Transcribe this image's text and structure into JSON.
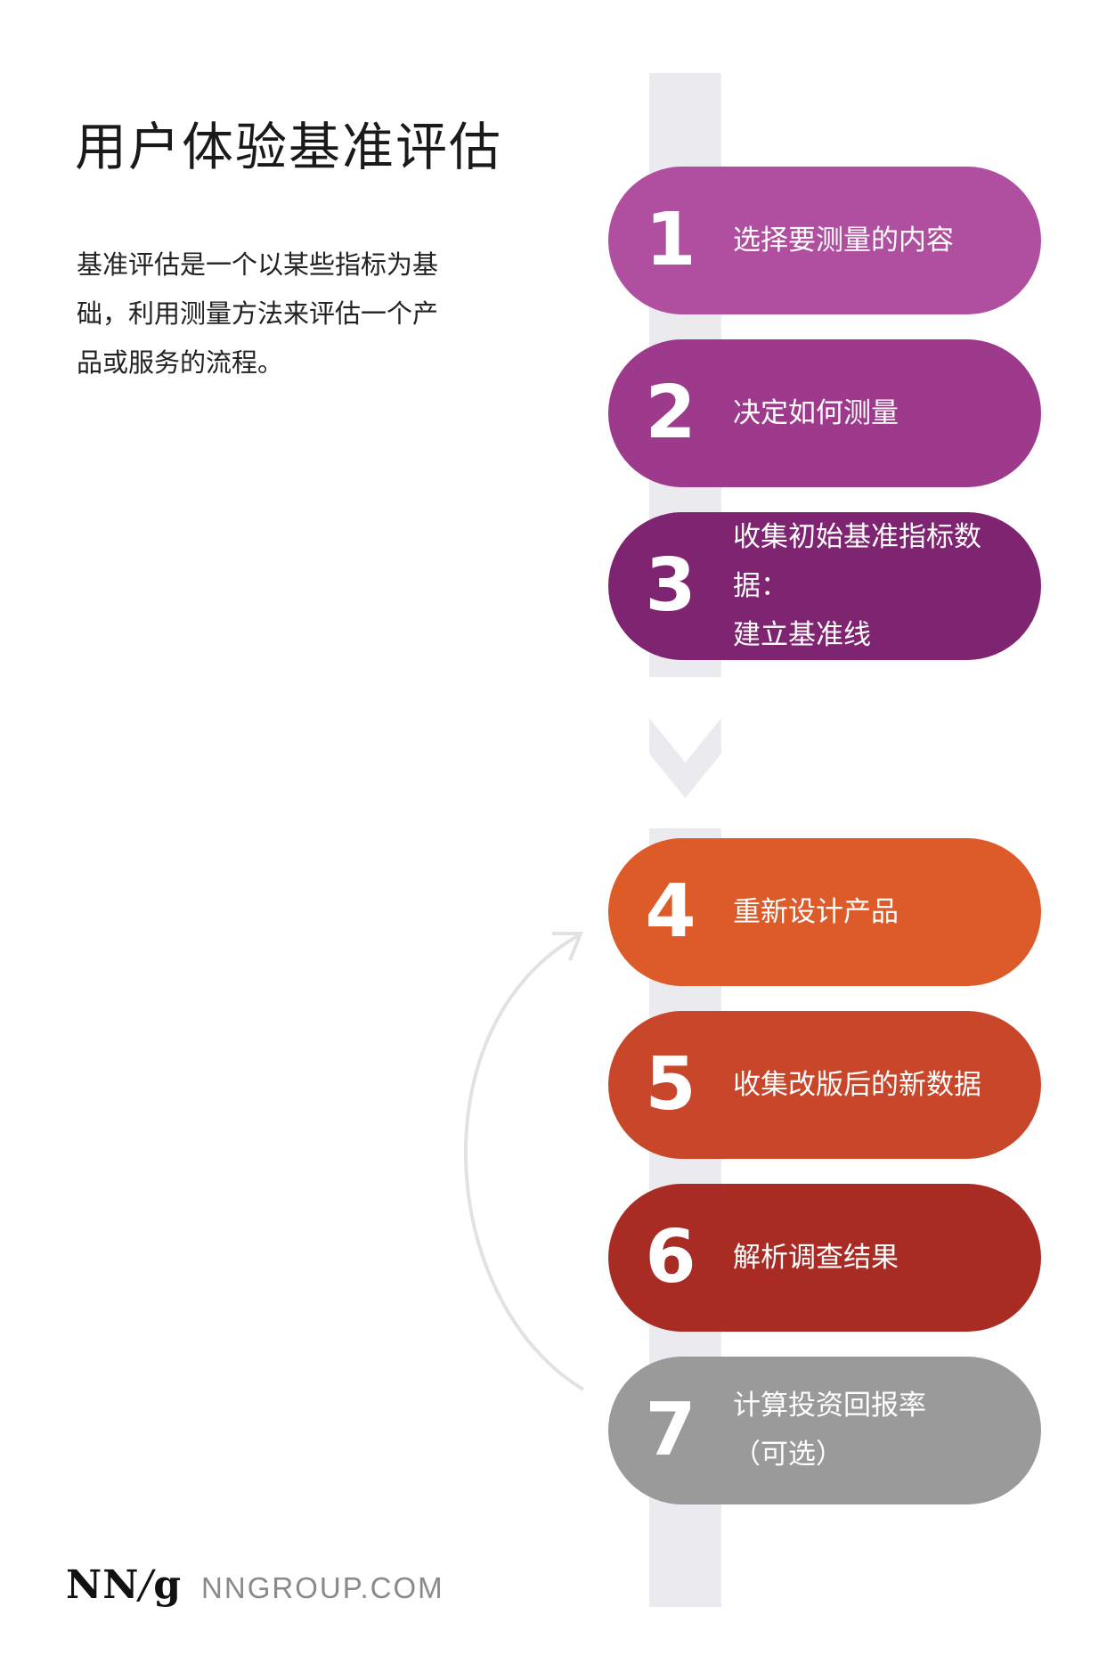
{
  "title": "用户体验基准评估",
  "description": "基准评估是一个以某些指标为基础，利用测量方法来评估一个产品或服务的流程。",
  "steps": [
    {
      "number": "1",
      "label": "选择要测量的内容",
      "color": "#b04e9f"
    },
    {
      "number": "2",
      "label": "决定如何测量",
      "color": "#9d3a8c"
    },
    {
      "number": "3",
      "label_line1": "收集初始基准指标数据：",
      "label_line2": "建立基准线",
      "color": "#7f2470"
    },
    {
      "number": "4",
      "label": "重新设计产品",
      "color": "#dd5a29"
    },
    {
      "number": "5",
      "label": "收集改版后的新数据",
      "color": "#c8472a"
    },
    {
      "number": "6",
      "label": "解析调查结果",
      "color": "#a82c24"
    },
    {
      "number": "7",
      "label_line1": "计算投资回报率",
      "label_line2": "（可选）",
      "color": "#9a9a9a"
    }
  ],
  "footer": {
    "logo_nn": "NN",
    "logo_slash": "/",
    "logo_g": "g",
    "site": "NNGROUP.COM"
  },
  "colors": {
    "track": "#ebeaef",
    "loop_arrow": "#e2e2e2"
  }
}
